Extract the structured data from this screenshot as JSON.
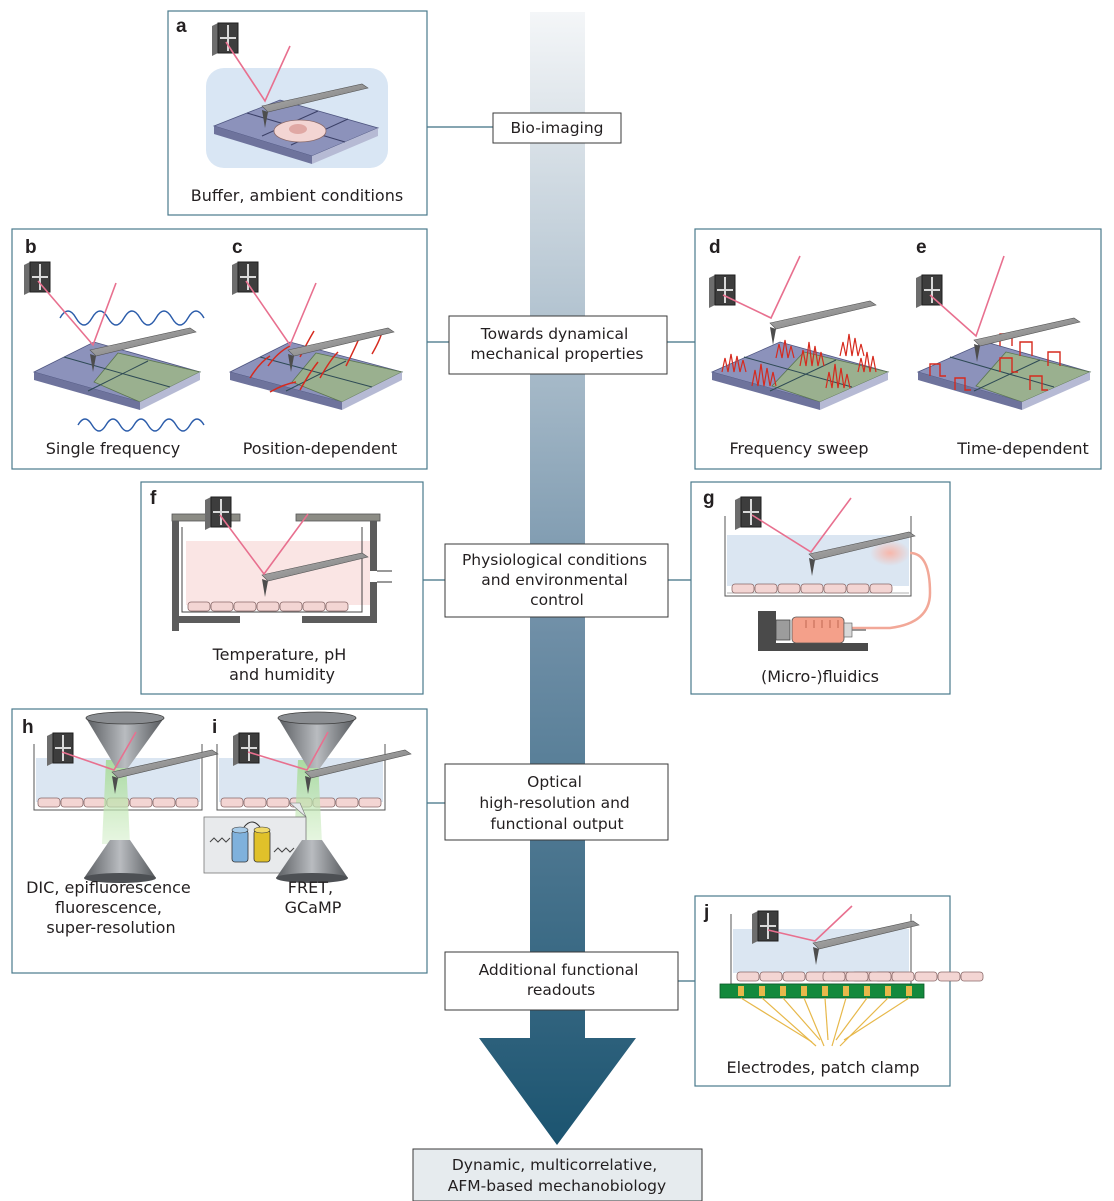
{
  "arrow_stages": [
    {
      "lines": [
        "Bio-imaging"
      ]
    },
    {
      "lines": [
        "Towards dynamical",
        "mechanical properties"
      ]
    },
    {
      "lines": [
        "Physiological conditions",
        "and environmental",
        "control"
      ]
    },
    {
      "lines": [
        "Optical",
        "high-resolution and",
        "functional output"
      ]
    },
    {
      "lines": [
        "Additional functional",
        "readouts"
      ]
    }
  ],
  "final_box": {
    "lines": [
      "Dynamic, multicorrelative,",
      "AFM-based mechanobiology"
    ]
  },
  "panels": {
    "a": {
      "letter": "a",
      "caption": [
        "Buffer, ambient conditions"
      ]
    },
    "b": {
      "letter": "b",
      "caption": [
        "Single frequency"
      ]
    },
    "c": {
      "letter": "c",
      "caption": [
        "Position-dependent"
      ]
    },
    "d": {
      "letter": "d",
      "caption": [
        "Frequency sweep"
      ]
    },
    "e": {
      "letter": "e",
      "caption": [
        "Time-dependent"
      ]
    },
    "f": {
      "letter": "f",
      "caption": [
        "Temperature, pH",
        "and humidity"
      ]
    },
    "g": {
      "letter": "g",
      "caption": [
        "(Micro-)fluidics"
      ]
    },
    "h": {
      "letter": "h",
      "caption": [
        "DIC, epifluorescence",
        "fluorescence,",
        "super-resolution"
      ]
    },
    "i": {
      "letter": "i",
      "caption": [
        "FRET,",
        "GCaMP"
      ]
    },
    "j": {
      "letter": "j",
      "caption": [
        "Electrodes, patch clamp"
      ]
    }
  },
  "colors": {
    "panel_border": "#4a7a8c",
    "arrow_top": "#f2f4f6",
    "arrow_bottom": "#1d5470",
    "laser": "#e8708f",
    "cantilever": "#8f8f8f",
    "substrate_blue": "#8c92bb",
    "substrate_green": "#9ab08f",
    "medium": "#dbe6f2",
    "cells": "#f3d5d3",
    "signal_red": "#d62a1e",
    "wave_blue": "#2b5caa",
    "electrode_green": "#13893c",
    "electrode_gold": "#e7b84a",
    "beam_green": "#b6e3a5"
  }
}
